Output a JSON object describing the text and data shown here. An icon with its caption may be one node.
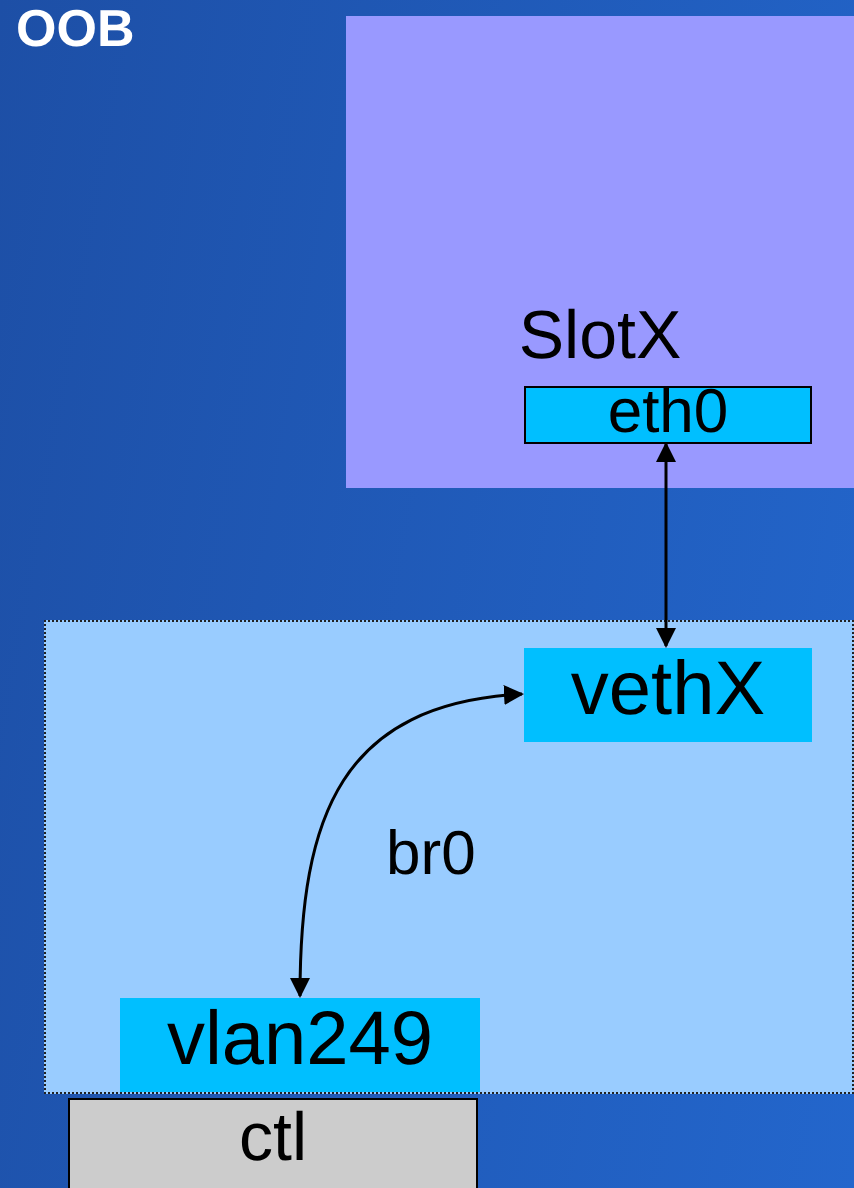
{
  "diagram": {
    "title": "OOB",
    "nodes": [
      {
        "text": [
          "SlotX"
        ]
      },
      {
        "text": [
          "eth0"
        ],
        "in": 0
      },
      {
        "text": [
          "br0"
        ]
      },
      {
        "text": [
          "vethX"
        ],
        "in": 2
      },
      {
        "text": [
          "vlan249"
        ],
        "in": 2
      },
      {
        "text": [
          "ctl"
        ]
      }
    ],
    "edges": [
      {
        "from": 1,
        "to": 3,
        "arrow": "both"
      },
      {
        "from": 3,
        "to": 4,
        "arrow": "both"
      }
    ]
  }
}
